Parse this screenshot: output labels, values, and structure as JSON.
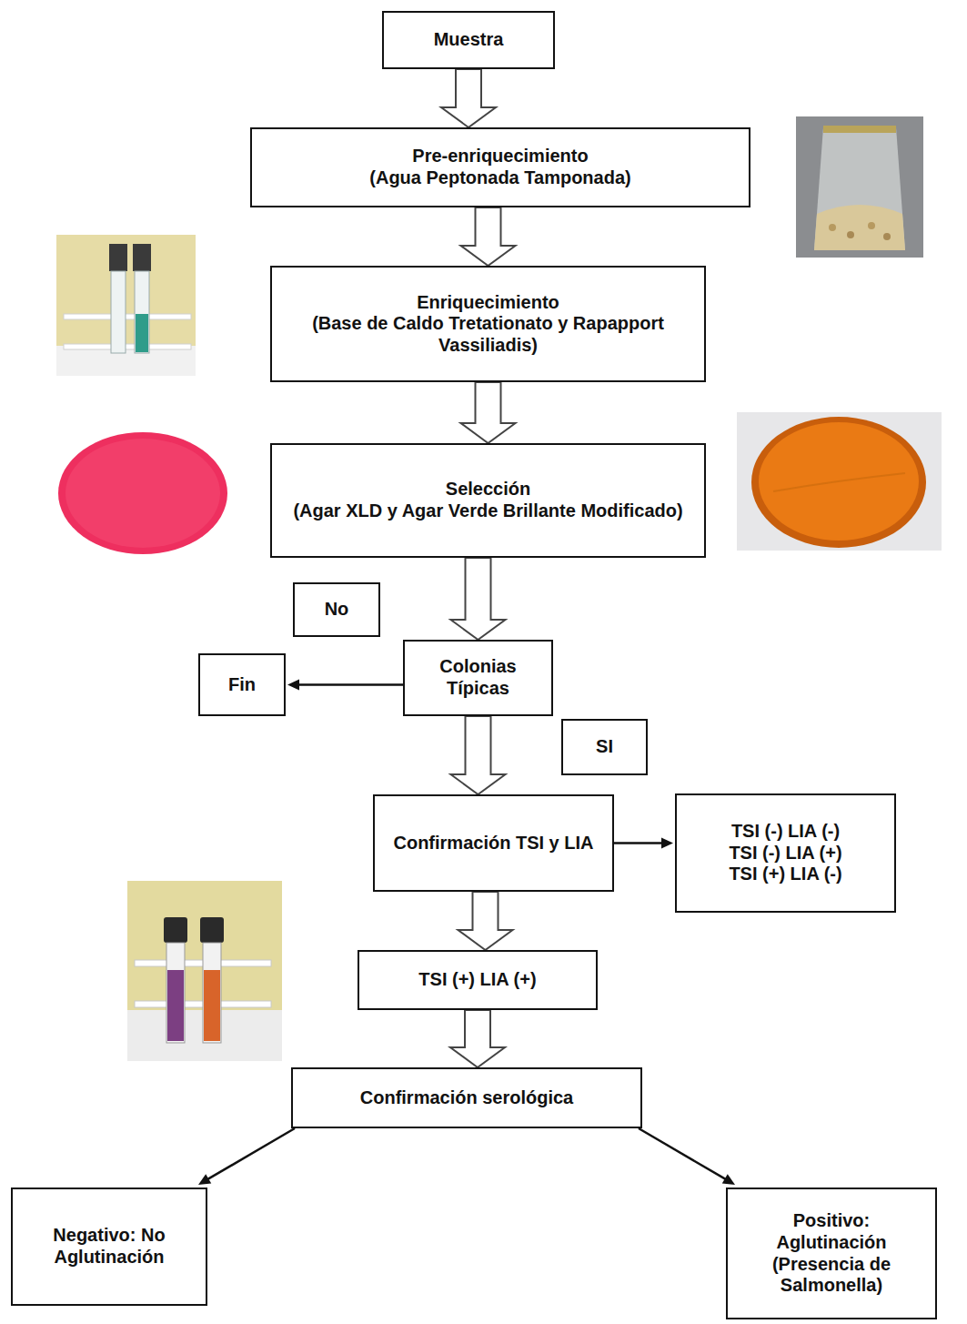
{
  "diagram": {
    "nodes": [
      {
        "text": [
          "Muestra"
        ]
      },
      {
        "text": [
          "Pre-enriquecimiento",
          "(Agua Peptonada Tamponada)"
        ]
      },
      {
        "text": [
          "Enriquecimiento",
          "(Base de Caldo Tretationato y Rapapport Vassiliadis)"
        ]
      },
      {
        "text": [
          "Selección",
          "(Agar XLD y Agar Verde Brillante Modificado)"
        ]
      },
      {
        "text": [
          "No"
        ]
      },
      {
        "text": [
          "Colonias Típicas"
        ]
      },
      {
        "text": [
          "Fin"
        ]
      },
      {
        "text": [
          "SI"
        ]
      },
      {
        "text": [
          "Confirmación TSI y LIA"
        ]
      },
      {
        "text": [
          "TSI (-) LIA (-)",
          "TSI (-) LIA (+)",
          "TSI (+) LIA (-)"
        ]
      },
      {
        "text": [
          "TSI (+) LIA (+)"
        ]
      },
      {
        "text": [
          "Confirmación serológica"
        ]
      },
      {
        "text": [
          "Negativo: No Aglutinación"
        ]
      },
      {
        "text": [
          "Positivo: Aglutinación (Presencia de Salmonella)"
        ]
      }
    ],
    "edges": [
      {
        "from": 0,
        "to": 1,
        "arrow": "to"
      },
      {
        "from": 1,
        "to": 2,
        "arrow": "to"
      },
      {
        "from": 2,
        "to": 3,
        "arrow": "to"
      },
      {
        "from": 3,
        "to": 5,
        "arrow": "to"
      },
      {
        "from": 5,
        "to": 6,
        "arrow": "to"
      },
      {
        "from": 5,
        "to": 8,
        "arrow": "to"
      },
      {
        "from": 8,
        "to": 9,
        "arrow": "to"
      },
      {
        "from": 8,
        "to": 10,
        "arrow": "to"
      },
      {
        "from": 10,
        "to": 11,
        "arrow": "to"
      },
      {
        "from": 11,
        "to": 12,
        "arrow": "to"
      },
      {
        "from": 11,
        "to": 13,
        "arrow": "to"
      }
    ]
  }
}
